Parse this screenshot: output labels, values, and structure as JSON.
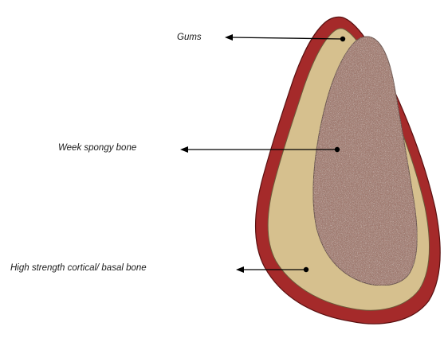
{
  "diagram": {
    "labels": {
      "gums": "Gums",
      "spongy_bone": "Week spongy bone",
      "cortical_bone": "High strength cortical/ basal bone"
    },
    "colors": {
      "gums": "#a52a2a",
      "gums_outline": "#5a1010",
      "cortical_bone": "#d6c08e",
      "cortical_outline": "#6b5a3a",
      "spongy_bone": "#a07a70",
      "spongy_outline": "#5e4a44",
      "arrow": "#000000",
      "text": "#1a1a1a"
    }
  }
}
